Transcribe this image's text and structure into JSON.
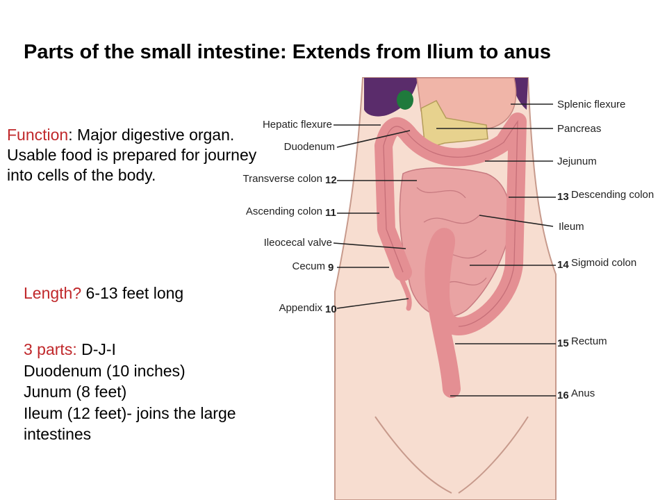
{
  "slide": {
    "title": "Parts of the small intestine:  Extends from Ilium to anus",
    "function_label": "Function",
    "function_text": ":  Major digestive organ.  Usable food is prepared for journey into cells of the body.",
    "length_label": "Length?",
    "length_value": " 6-13 feet long",
    "parts_label": "3 parts:",
    "parts_value": " D-J-I",
    "parts_lines": [
      "Duodenum  (10 inches)",
      "Junum (8 feet)",
      "Ileum (12 feet)- joins the large intestines"
    ]
  },
  "diagram": {
    "left_labels": [
      {
        "text": "Hepatic flexure",
        "num": ""
      },
      {
        "text": "Duodenum",
        "num": ""
      },
      {
        "text": "Transverse colon",
        "num": "12"
      },
      {
        "text": "Ascending colon",
        "num": "11"
      },
      {
        "text": "Ileocecal valve",
        "num": ""
      },
      {
        "text": "Cecum",
        "num": "9"
      },
      {
        "text": "Appendix",
        "num": "10"
      }
    ],
    "right_labels": [
      {
        "text": "Splenic flexure",
        "num": ""
      },
      {
        "text": "Pancreas",
        "num": ""
      },
      {
        "text": "Jejunum",
        "num": ""
      },
      {
        "text": "Descending colon",
        "num": "13"
      },
      {
        "text": "Ileum",
        "num": ""
      },
      {
        "text": "Sigmoid colon",
        "num": "14"
      },
      {
        "text": "Rectum",
        "num": "15"
      },
      {
        "text": "Anus",
        "num": "16"
      }
    ],
    "colors": {
      "skin": "#f7ddd0",
      "intestine": "#e9a3a3",
      "colon": "#e48f93",
      "liver": "#5a2c6b",
      "gallbladder": "#1f7a3c",
      "pancreas": "#e7d28e"
    }
  }
}
